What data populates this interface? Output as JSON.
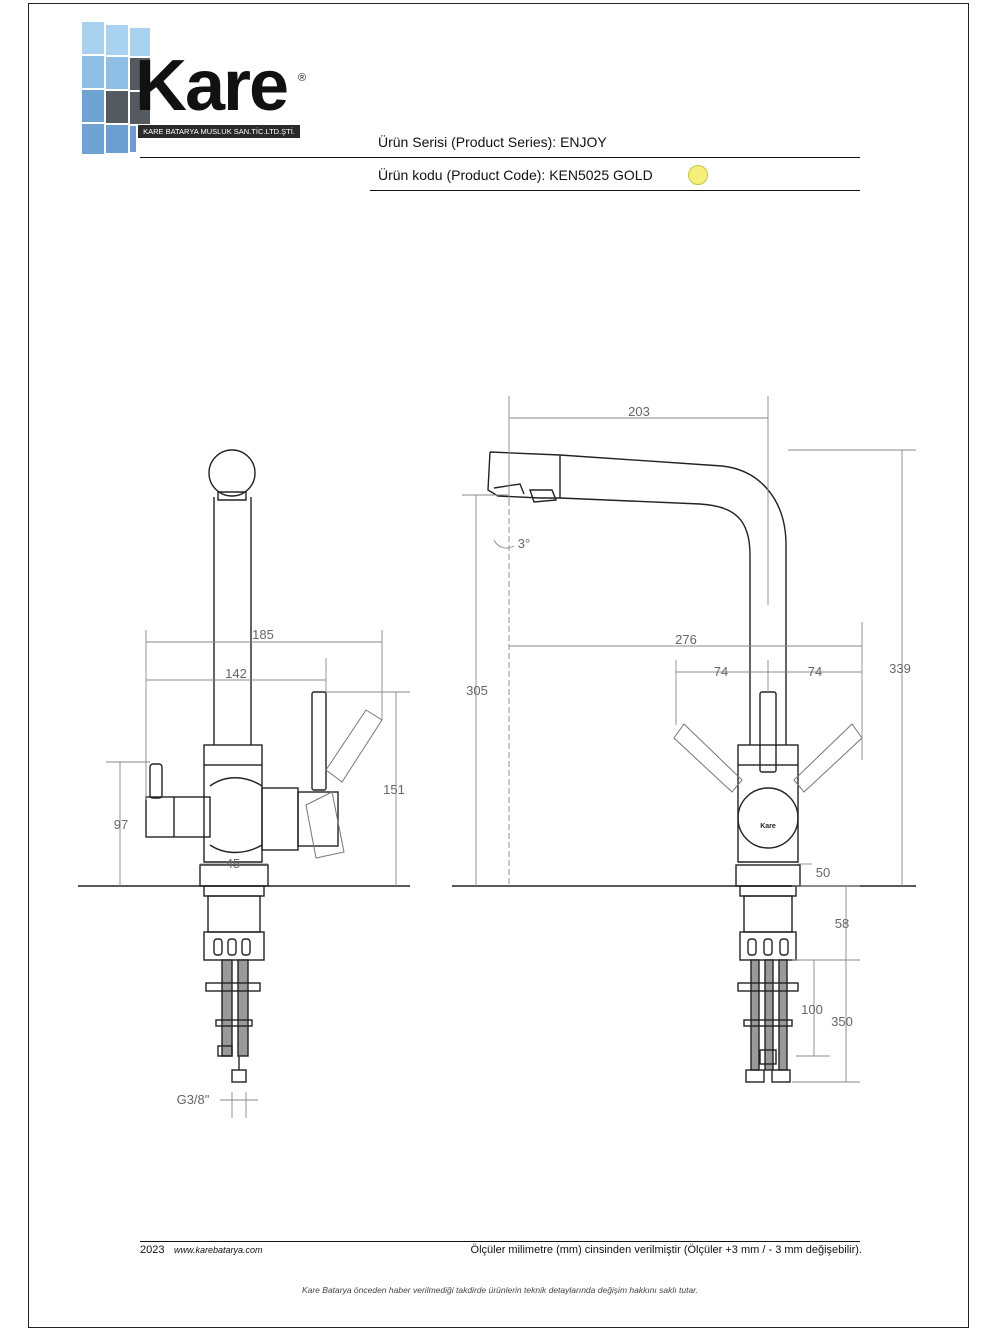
{
  "brand": {
    "name": "Kare",
    "registered": "®",
    "company_strip": "KARE BATARYA MUSLUK SAN.TİC.LTD.ŞTİ."
  },
  "product": {
    "series_label": "Ürün Serisi (Product Series):",
    "series_value": "ENJOY",
    "code_label": "Ürün kodu (Product Code):",
    "code_value": "KEN5025 GOLD",
    "finish_color": "#f4ef7a"
  },
  "dimensions": {
    "front": {
      "width_185": "185",
      "width_142": "142",
      "height_97": "97",
      "height_151": "151",
      "base_45": "45",
      "thread": "G3/8\""
    },
    "side": {
      "reach_203": "203",
      "angle": "3°",
      "width_276": "276",
      "lever_left_74": "74",
      "lever_right_74": "74",
      "height_305": "305",
      "height_339": "339",
      "base_50": "50",
      "shank_58": "58",
      "hose_100": "100",
      "hose_350": "350"
    },
    "badge_text": "Kare"
  },
  "footer": {
    "year": "2023",
    "website": "www.karebatarya.com",
    "note": "Ölçüler milimetre (mm) cinsinden verilmiştir (Ölçüler  +3 mm / - 3 mm değişebilir).",
    "disclaimer": "Kare Batarya önceden haber verilmediği takdirde ürünlerin teknik detaylarında değişim hakkını saklı tutar."
  },
  "colors": {
    "logo_light": "#9cc8ea",
    "logo_mid": "#6a9fcf",
    "logo_dark": "#555a60",
    "line": "#222222",
    "dimension": "#777777"
  }
}
